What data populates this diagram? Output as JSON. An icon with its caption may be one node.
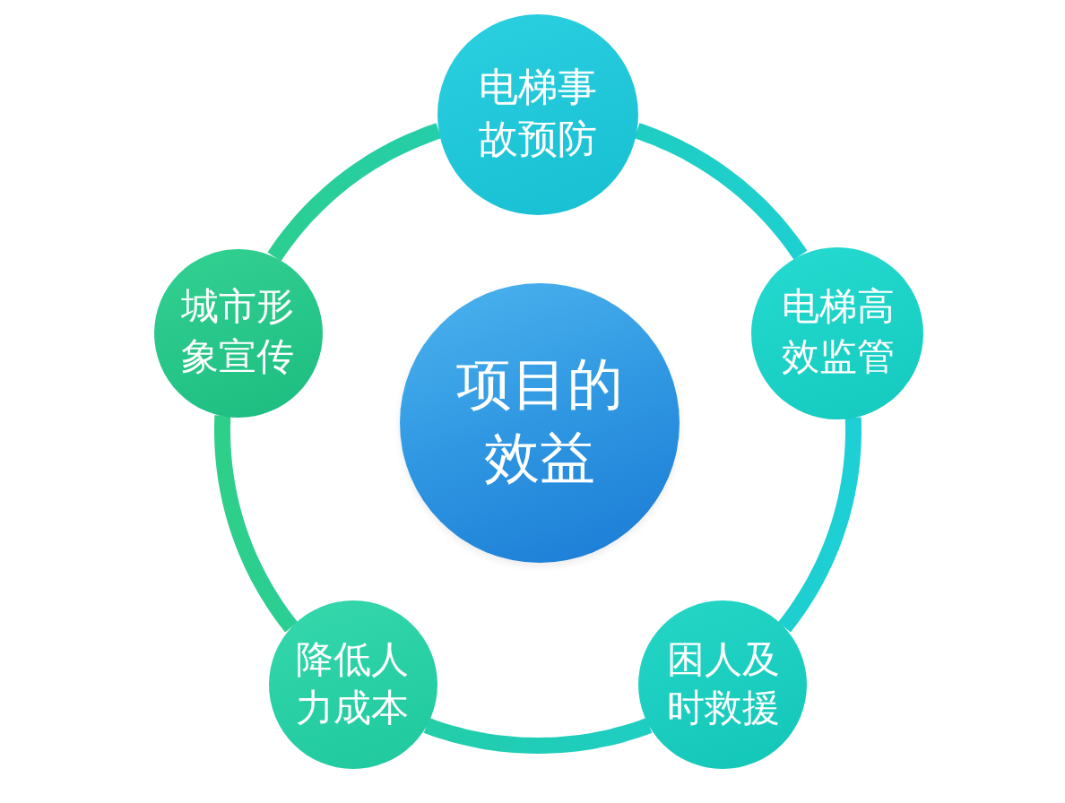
{
  "diagram": {
    "nodes": [
      {
        "text": [
          "项目的效益"
        ]
      },
      {
        "text": [
          "电梯事故预防"
        ]
      },
      {
        "text": [
          "电梯高效监管"
        ]
      },
      {
        "text": [
          "困人及时救援"
        ]
      },
      {
        "text": [
          "降低人力成本"
        ]
      },
      {
        "text": [
          "城市形象宣传"
        ]
      }
    ],
    "edges": [
      {
        "from": 1,
        "to": 2,
        "arrow": "none"
      },
      {
        "from": 2,
        "to": 3,
        "arrow": "none"
      },
      {
        "from": 3,
        "to": 4,
        "arrow": "none"
      },
      {
        "from": 4,
        "to": 5,
        "arrow": "none"
      },
      {
        "from": 5,
        "to": 1,
        "arrow": "none"
      }
    ]
  }
}
